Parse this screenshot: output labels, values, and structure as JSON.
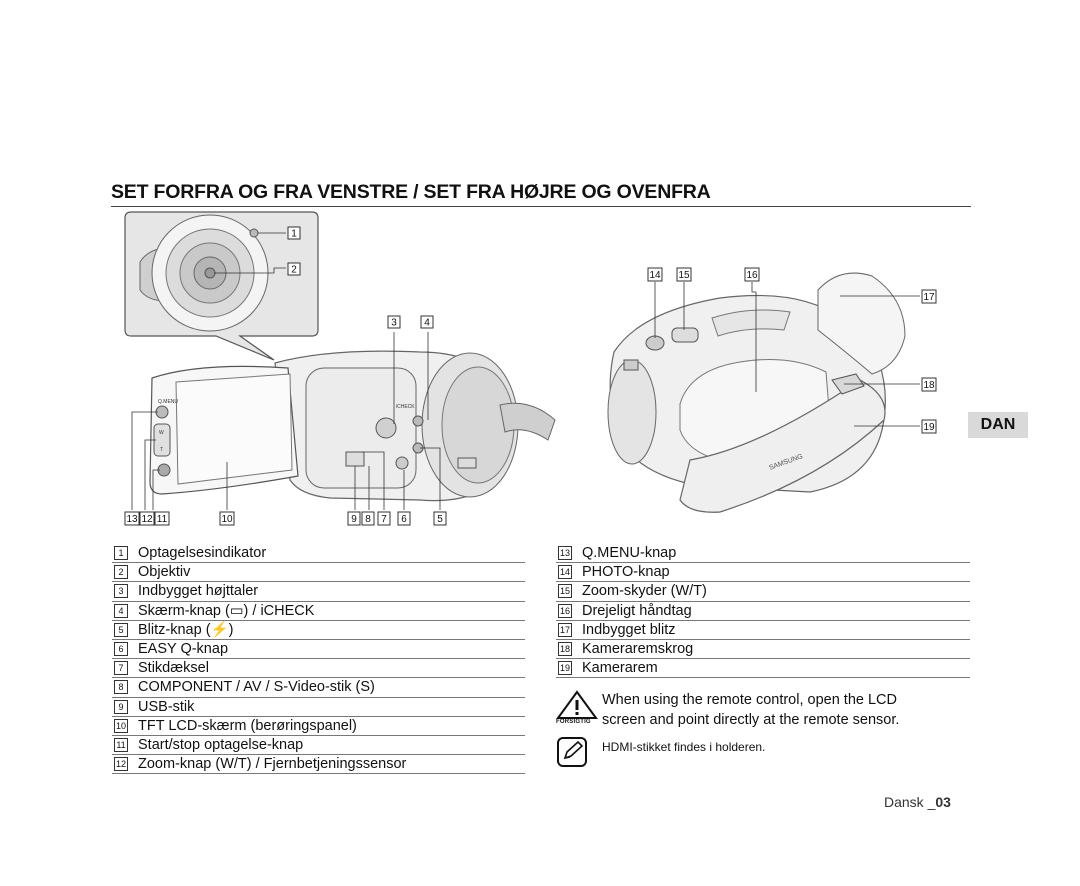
{
  "page_title": "SET FORFRA OG FRA VENSTRE / SET FRA HØJRE OG OVENFRA",
  "language_tab": "DAN",
  "callouts": {
    "n1": "1",
    "n2": "2",
    "n3": "3",
    "n4": "4",
    "n5": "5",
    "n6": "6",
    "n7": "7",
    "n8": "8",
    "n9": "9",
    "n10": "10",
    "n11": "11",
    "n12": "12",
    "n13": "13",
    "n14": "14",
    "n15": "15",
    "n16": "16",
    "n17": "17",
    "n18": "18",
    "n19": "19"
  },
  "camera_markings": {
    "qmenu": "Q.MENU",
    "w": "W",
    "t": "T",
    "icheck": "iCHECK",
    "samsung": "SAMSUNG"
  },
  "left_list": [
    {
      "num": "1",
      "label": "Optagelsesindikator"
    },
    {
      "num": "2",
      "label": "Objektiv"
    },
    {
      "num": "3",
      "label": "Indbygget højttaler"
    },
    {
      "num": "4",
      "label": "Skærm-knap (▭) / iCHECK"
    },
    {
      "num": "5",
      "label": "Blitz-knap (⚡)"
    },
    {
      "num": "6",
      "label": "EASY Q-knap"
    },
    {
      "num": "7",
      "label": "Stikdæksel"
    },
    {
      "num": "8",
      "label": "COMPONENT / AV / S-Video-stik (S)"
    },
    {
      "num": "9",
      "label": "USB-stik"
    },
    {
      "num": "10",
      "label": "TFT LCD-skærm (berøringspanel)"
    },
    {
      "num": "11",
      "label": "Start/stop optagelse-knap"
    },
    {
      "num": "12",
      "label": "Zoom-knap (W/T) / Fjernbetjeningssensor"
    }
  ],
  "right_list": [
    {
      "num": "13",
      "label": "Q.MENU-knap"
    },
    {
      "num": "14",
      "label": "PHOTO-knap"
    },
    {
      "num": "15",
      "label": "Zoom-skyder (W/T)"
    },
    {
      "num": "16",
      "label": "Drejeligt håndtag"
    },
    {
      "num": "17",
      "label": "Indbygget blitz"
    },
    {
      "num": "18",
      "label": "Kameraremskrog"
    },
    {
      "num": "19",
      "label": "Kamerarem"
    }
  ],
  "caution": {
    "label": "FORSIGTIG",
    "line1": "When using the remote control, open the LCD",
    "line2": "screen and point directly at the remote sensor."
  },
  "note": {
    "text": "HDMI-stikket findes i holderen."
  },
  "footer": {
    "language": "Dansk _",
    "page": "03"
  }
}
